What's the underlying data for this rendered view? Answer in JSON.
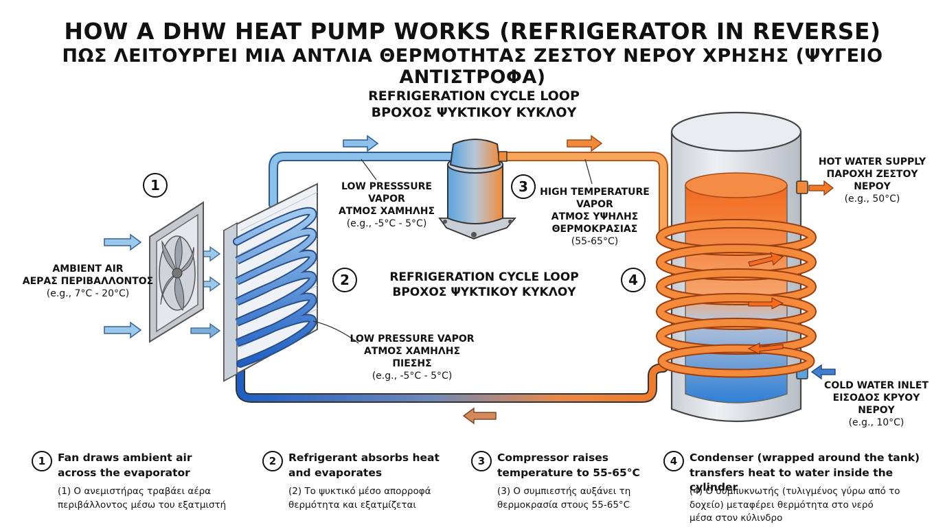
{
  "title": {
    "en": "HOW A DHW HEAT PUMP WORKS (REFRIGERATOR IN REVERSE)",
    "gr": "ΠΩΣ ΛΕΙΤΟΥΡΓΕΙ ΜΙΑ ΑΝΤΛΙΑ ΘΕΡΜΟΤΗΤΑΣ ΖΕΣΤΟΥ ΝΕΡΟΥ ΧΡΗΣΗΣ (ΨΥΓΕΙΟ ΑΝΤΙΣΤΡΟΦΑ)"
  },
  "loop_top": {
    "en": "REFRIGERATION CYCLE LOOP",
    "gr": "ΒΡΟΧΟΣ ΨΥΚΤΙΚΟΥ ΚΥΚΛΟΥ"
  },
  "loop_center": {
    "en": "REFRIGERATION CYCLE LOOP",
    "gr": "ΒΡΟΧΟΣ ΨΥΚΤΙΚΟΥ ΚΥΚΛΟΥ"
  },
  "badges": [
    "1",
    "2",
    "3",
    "4"
  ],
  "labels": {
    "ambient": {
      "en": "AMBIENT AIR",
      "gr": "ΑΕΡΑΣ ΠΕΡΙΒΑΛΛΟΝΤΟΣ",
      "range": "(e.g., 7°C - 20°C)"
    },
    "low_vapor_top": {
      "en1": "LOW PRESSSURE",
      "en2": "VAPOR",
      "gr": "ΑΤΜΟΣ ΧΑΜΗΛΗΣ",
      "range": "(e.g., -5°C - 5°C)"
    },
    "high_temp": {
      "en1": "HIGH TEMPERATURE",
      "en2": "VAPOR",
      "gr1": "ΑΤΜΟΣ ΥΨΗΛΗΣ",
      "gr2": "ΘΕΡΜΟΚΡΑΣΙΑΣ",
      "range": "(55-65°C)"
    },
    "low_vapor_bottom": {
      "en": "LOW PRESSURE VAPOR",
      "gr": "ΑΤΜΟΣ ΧΑΜΗΛΗΣ ΠΙΕΣΗΣ",
      "range": "(e.g., -5°C - 5°C)"
    },
    "hot_supply": {
      "en": "HOT WATER SUPPLY",
      "gr": "ΠΑΡΟΧΗ ΖΕΣΤΟΥ ΝΕΡΟΥ",
      "range": "(e.g., 50°C)"
    },
    "cold_inlet": {
      "en": "COLD WATER INLET",
      "gr": "ΕΙΣΟΔΟΣ ΚΡΥΟΥ ΝΕΡΟΥ",
      "range": "(e.g., 10°C)"
    }
  },
  "steps": [
    {
      "num": "1",
      "en1": "Fan draws ambient air",
      "en2": "across the evaporator",
      "gr1": "(1) Ο ανεμιστήρας τραβάει αέρα",
      "gr2": "περιβάλλοντος μέσω του εξατμιστή",
      "gr3": ""
    },
    {
      "num": "2",
      "en1": "Refrigerant absorbs heat",
      "en2": "and evaporates",
      "gr1": "(2) Το ψυκτικό μέσο απορροφά",
      "gr2": "θερμότητα και εξατμίζεται",
      "gr3": ""
    },
    {
      "num": "3",
      "en1": "Compressor raises",
      "en2": "temperature to 55-65°C",
      "gr1": "(3) Ο συμπιεστής αυξάνει τη",
      "gr2": "θερμοκρασία στους 55-65°C",
      "gr3": ""
    },
    {
      "num": "4",
      "en1": "Condenser (wrapped around the tank)",
      "en2": "transfers heat to water inside the cylinder",
      "gr1": "(4) Ο συμπυκνωτής (τυλιγμένος γύρω από το",
      "gr2": "δοχείο) μεταφέρει θερμότητα στο νερό",
      "gr3": "μέσα στον κύλινδρο"
    }
  ],
  "colors": {
    "cold": "#1f5fc4",
    "cold_light": "#8cc2ea",
    "hot": "#f07a2a",
    "hot_light": "#f7a65a",
    "steel": "#d9dde3"
  }
}
